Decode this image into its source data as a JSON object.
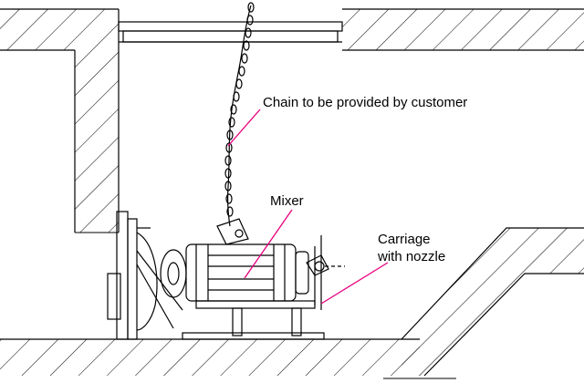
{
  "labels": {
    "chain": "Chain to be provided by customer",
    "mixer": "Mixer",
    "carriage_line1": "Carriage",
    "carriage_line2": "with nozzle"
  },
  "colors": {
    "line": "#000000",
    "leader": "#e8007d",
    "background": "#ffffff"
  }
}
